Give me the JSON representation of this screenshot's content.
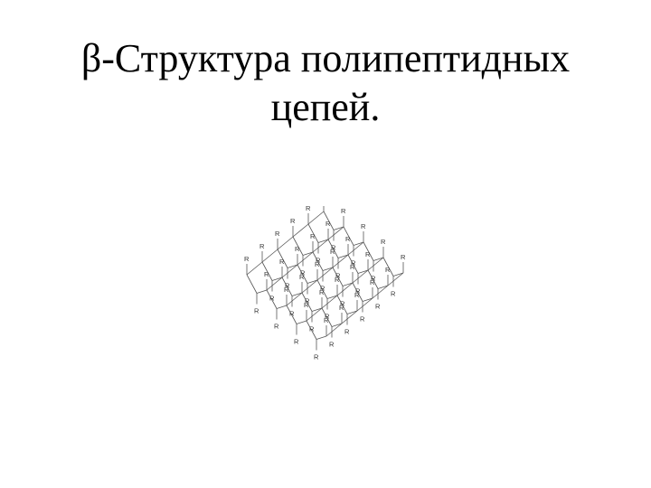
{
  "slide": {
    "title_line1": "β-Структура полипептидных",
    "title_line2": "цепей."
  },
  "diagram": {
    "description_visible": false,
    "atom_label": "R",
    "line_color": "#555555"
  }
}
